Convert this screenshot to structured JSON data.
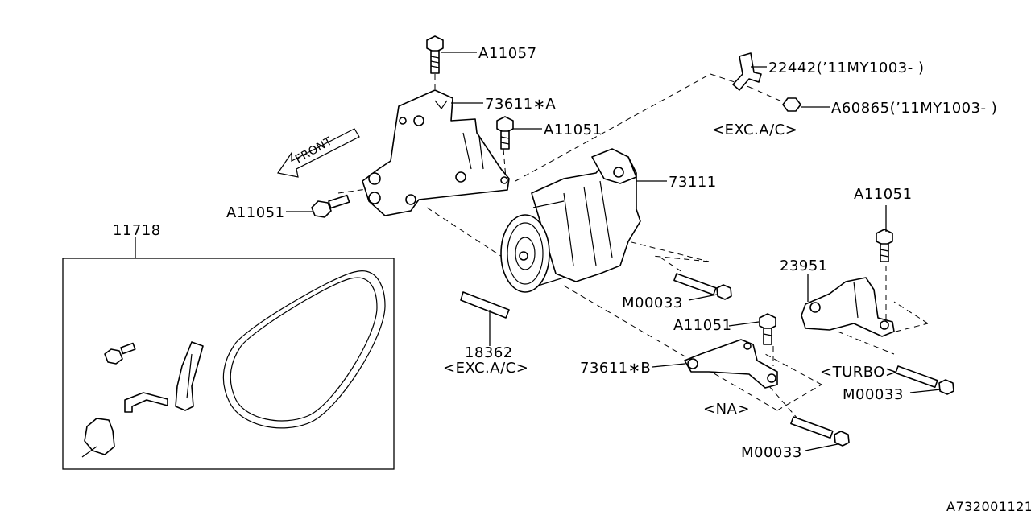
{
  "callouts": {
    "c_a11057_top": "A11057",
    "c_73611a": "73611∗A",
    "c_a11051_right": "A11051",
    "c_a11051_left": "A11051",
    "c_22442": "22442(’11MY1003- )",
    "c_a60865": "A60865(’11MY1003- )",
    "c_exc_ac_top": "<EXC.A/C>",
    "c_73111": "73111",
    "c_11718": "11718",
    "c_a11051_turbo": "A11051",
    "c_23951": "23951",
    "c_m00033_mid": "M00033",
    "c_18362": "18362",
    "c_exc_ac_bottom": "<EXC.A/C>",
    "c_a11051_na": "A11051",
    "c_73611b": "73611∗B",
    "c_turbo": "<TURBO>",
    "c_m00033_turbo": "M00033",
    "c_na": "<NA>",
    "c_m00033_bottom": "M00033",
    "c_front": "FRONT",
    "c_diagram_code": "A732001121"
  }
}
